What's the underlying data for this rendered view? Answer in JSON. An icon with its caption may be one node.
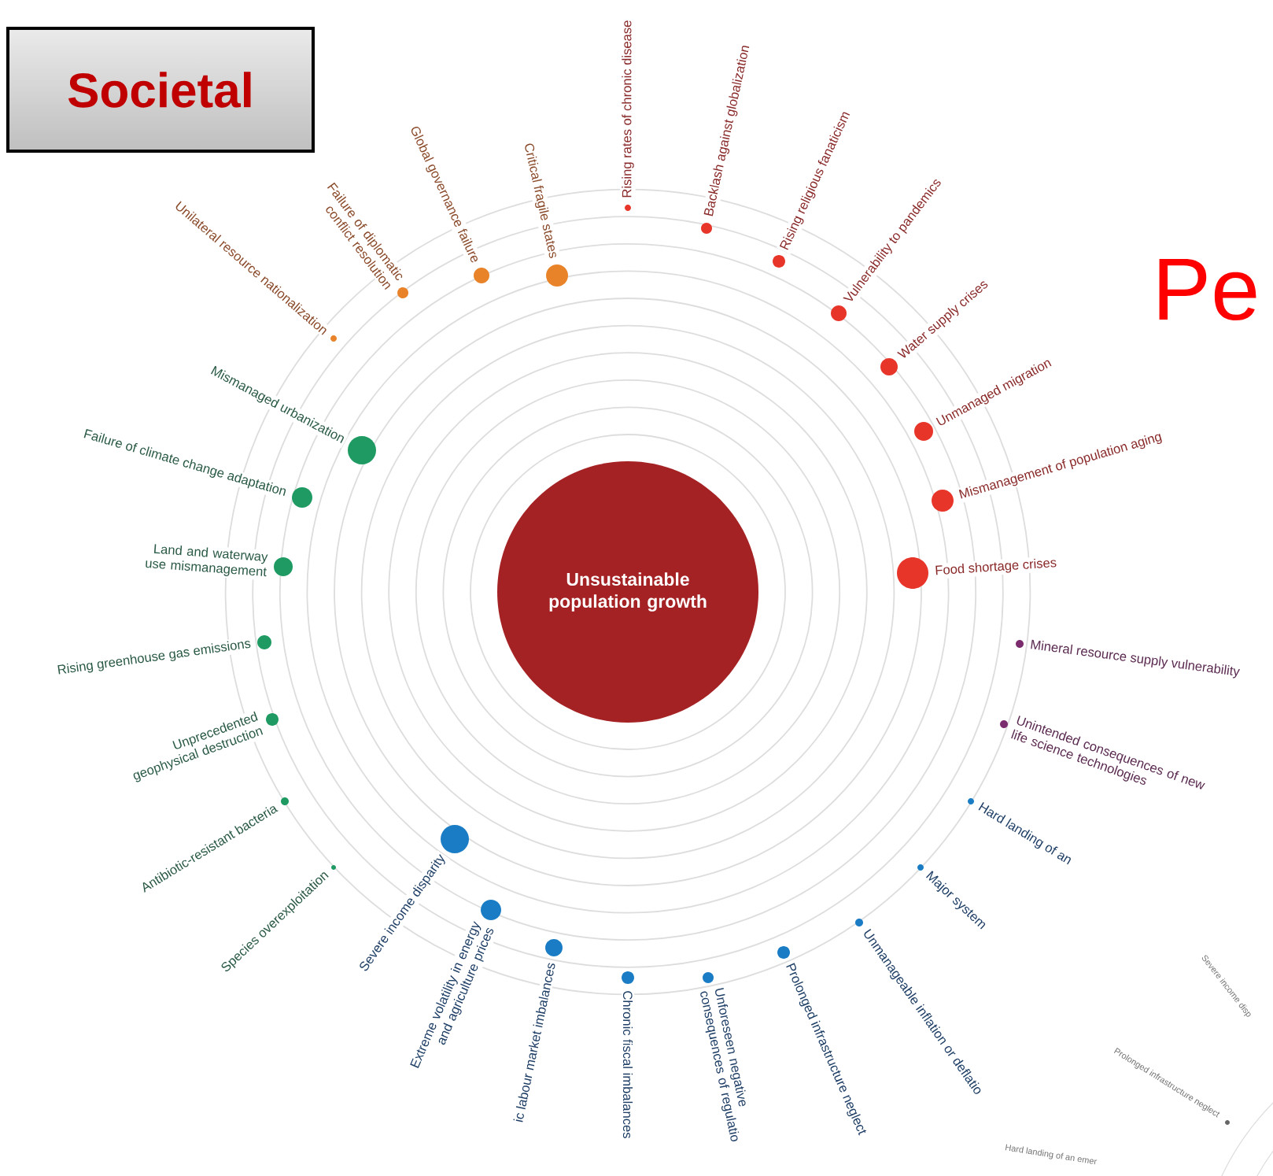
{
  "diagram": {
    "nodes": [
      {
        "text": [
          "Societal"
        ]
      },
      {
        "text": [
          "Unsustainable population growth"
        ]
      },
      {
        "text": [
          "Unilateral resource nationalization"
        ]
      },
      {
        "text": [
          "Failure of diplomatic conflict resolution"
        ]
      },
      {
        "text": [
          "Global governance failure"
        ]
      },
      {
        "text": [
          "Critical fragile states"
        ]
      },
      {
        "text": [
          "Rising rates of chronic disease"
        ]
      },
      {
        "text": [
          "Backlash against globalization"
        ]
      },
      {
        "text": [
          "Rising religious fanaticism"
        ]
      },
      {
        "text": [
          "Vulnerability to pandemics"
        ]
      },
      {
        "text": [
          "Water supply crises"
        ]
      },
      {
        "text": [
          "Unmanaged migration"
        ]
      },
      {
        "text": [
          "Mismanagement of population aging"
        ]
      },
      {
        "text": [
          "Food shortage crises"
        ]
      },
      {
        "text": [
          "Mineral resource supply vulnerability"
        ]
      },
      {
        "text": [
          "Unintended consequences of new life science technologies"
        ]
      },
      {
        "text": [
          "Hard landing of an"
        ]
      },
      {
        "text": [
          "Major system"
        ]
      },
      {
        "text": [
          "Unmanageable inflation or deflatio"
        ]
      },
      {
        "text": [
          "Prolonged infrastructure neglect"
        ]
      },
      {
        "text": [
          "Unforeseen negative consequences of regulatio"
        ]
      },
      {
        "text": [
          "Chronic fiscal imbalances"
        ]
      },
      {
        "text": [
          "ic labour market imbalances"
        ]
      },
      {
        "text": [
          "Extreme volatility in energy and agriculture prices"
        ]
      },
      {
        "text": [
          "Severe income disparity"
        ]
      },
      {
        "text": [
          "Species overexploitation"
        ]
      },
      {
        "text": [
          "Antibiotic-resistant bacteria"
        ]
      },
      {
        "text": [
          "Unprecedented geophysical destruction"
        ]
      },
      {
        "text": [
          "Rising greenhouse gas emissions"
        ]
      },
      {
        "text": [
          "Land and waterway use mismanagement"
        ]
      },
      {
        "text": [
          "Failure of climate change adaptation"
        ]
      },
      {
        "text": [
          "Mismanaged urbanization"
        ]
      }
    ],
    "labels": [
      "Pe",
      "Severe income disp",
      "Prolonged infrastructure neglect",
      "Hard landing of an emer"
    ]
  }
}
